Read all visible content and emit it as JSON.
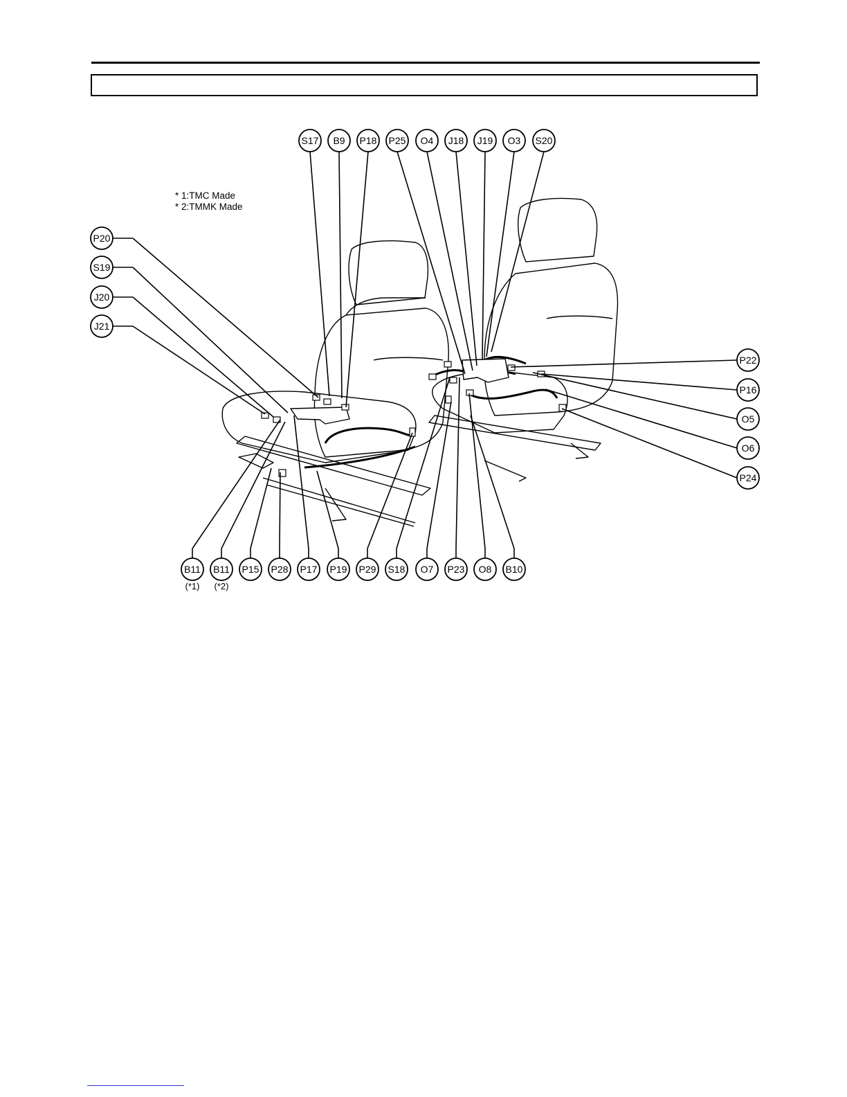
{
  "header": {
    "title": ""
  },
  "notes": [
    "* 1:TMC Made",
    "* 2:TMMK Made"
  ],
  "connectors": {
    "top": [
      "S17",
      "B9",
      "P18",
      "P25",
      "O4",
      "J18",
      "J19",
      "O3",
      "S20"
    ],
    "left": [
      "P20",
      "S19",
      "J20",
      "J21"
    ],
    "right": [
      "P22",
      "P16",
      "O5",
      "O6",
      "P24"
    ],
    "bottom": [
      "B11",
      "B11",
      "P15",
      "P28",
      "P17",
      "P19",
      "P29",
      "S18",
      "O7",
      "P23",
      "O8",
      "B10"
    ],
    "bottom_notes": [
      "(*1)",
      "(*2)"
    ]
  }
}
